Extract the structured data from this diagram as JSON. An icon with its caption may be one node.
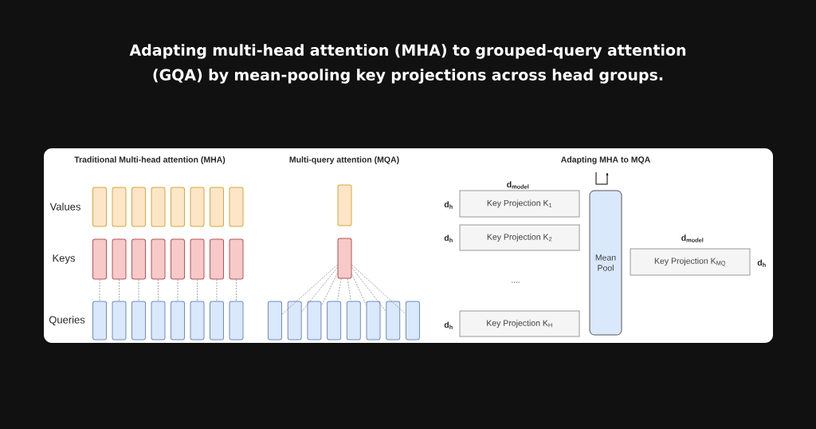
{
  "diagram": {
    "title": "Adapting multi-head attention (MHA) to grouped-query attention (GQA) by mean-pooling key projections across head groups.",
    "nodes": [
      {
        "text": [],
        "shape": "box"
      },
      {
        "text": [],
        "shape": "box"
      },
      {
        "text": [],
        "shape": "box"
      },
      {
        "text": [],
        "shape": "box"
      },
      {
        "text": [],
        "shape": "box"
      },
      {
        "text": [],
        "shape": "box"
      },
      {
        "text": [],
        "shape": "box"
      },
      {
        "text": [],
        "shape": "box"
      },
      {
        "text": [],
        "shape": "box"
      },
      {
        "text": [],
        "shape": "box"
      },
      {
        "text": [],
        "shape": "box"
      },
      {
        "text": [],
        "shape": "box"
      },
      {
        "text": [],
        "shape": "box"
      },
      {
        "text": [],
        "shape": "box"
      },
      {
        "text": [],
        "shape": "box"
      },
      {
        "text": [],
        "shape": "box"
      },
      {
        "text": [],
        "shape": "box"
      },
      {
        "text": [],
        "shape": "box"
      },
      {
        "text": [],
        "shape": "box"
      },
      {
        "text": [],
        "shape": "box"
      },
      {
        "text": [],
        "shape": "box"
      },
      {
        "text": [],
        "shape": "box"
      },
      {
        "text": [],
        "shape": "box"
      },
      {
        "text": [],
        "shape": "box"
      },
      {
        "text": [],
        "shape": "box"
      },
      {
        "text": [],
        "shape": "box"
      },
      {
        "text": [],
        "shape": "box"
      },
      {
        "text": [],
        "shape": "box"
      },
      {
        "text": [],
        "shape": "box"
      },
      {
        "text": [],
        "shape": "box"
      },
      {
        "text": [],
        "shape": "box"
      },
      {
        "text": [],
        "shape": "box"
      },
      {
        "text": [],
        "shape": "box"
      },
      {
        "text": [],
        "shape": "box"
      },
      {
        "text": [
          "Key Projection K$_{1}$"
        ]
      },
      {
        "text": [
          "Key Projection K$_{2}$"
        ]
      },
      {
        "text": [
          "Key Projection K$_{H}$"
        ]
      },
      {
        "text": [
          "Mean Pool"
        ]
      },
      {
        "text": [
          "Key Projection K$_{MQ}$"
        ]
      }
    ],
    "edges": [
      {
        "from": 8,
        "to": 16,
        "arrow": "none",
        "style": "dashed"
      },
      {
        "from": 9,
        "to": 17,
        "arrow": "none",
        "style": "dashed"
      },
      {
        "from": 10,
        "to": 18,
        "arrow": "none",
        "style": "dashed"
      },
      {
        "from": 11,
        "to": 19,
        "arrow": "none",
        "style": "dashed"
      },
      {
        "from": 12,
        "to": 20,
        "arrow": "none",
        "style": "dashed"
      },
      {
        "from": 13,
        "to": 21,
        "arrow": "none",
        "style": "dashed"
      },
      {
        "from": 14,
        "to": 22,
        "arrow": "none",
        "style": "dashed"
      },
      {
        "from": 15,
        "to": 23,
        "arrow": "none",
        "style": "dashed"
      },
      {
        "from": 25,
        "to": 26,
        "arrow": "none",
        "style": "dashed"
      },
      {
        "from": 25,
        "to": 27,
        "arrow": "none",
        "style": "dashed"
      },
      {
        "from": 25,
        "to": 28,
        "arrow": "none",
        "style": "dashed"
      },
      {
        "from": 25,
        "to": 29,
        "arrow": "none",
        "style": "dashed"
      },
      {
        "from": 25,
        "to": 30,
        "arrow": "none",
        "style": "dashed"
      },
      {
        "from": 25,
        "to": 31,
        "arrow": "none",
        "style": "dashed"
      },
      {
        "from": 25,
        "to": 32,
        "arrow": "none",
        "style": "dashed"
      },
      {
        "from": 25,
        "to": 33,
        "arrow": "none",
        "style": "dashed"
      }
    ],
    "labels": [
      "Traditional Multi-head attention (MHA)",
      "Multi-query attention (MQA)",
      "Adapting MHA to MQA",
      "d$_{model}$",
      "Values",
      "d$_{h}$",
      "d$_{h}$",
      "d$_{model}$",
      "d$_{h}$",
      "Keys",
      "....",
      "Queries",
      "d$_{h}$"
    ]
  }
}
